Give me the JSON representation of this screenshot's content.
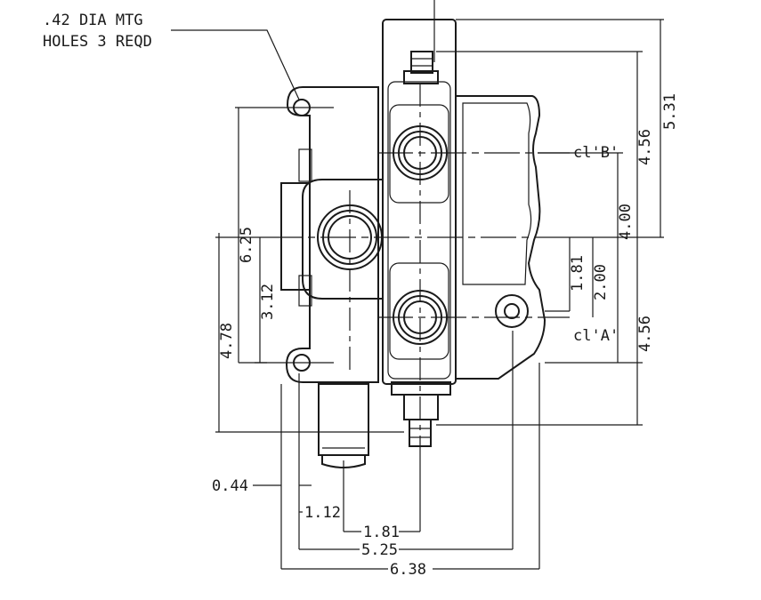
{
  "note": {
    "line1": ".42 DIA MTG",
    "line2": "HOLES 3 REQD"
  },
  "port_labels": {
    "b": "cl'B'",
    "a": "cl'A'"
  },
  "dimensions": {
    "d_5_31": "5.31",
    "d_4_56_top": "4.56",
    "d_4_00": "4.00",
    "d_4_56_bottom": "4.56",
    "d_1_81_right": "1.81",
    "d_2_00": "2.00",
    "d_6_25": "6.25",
    "d_3_12": "3.12",
    "d_4_78": "4.78",
    "d_0_44": "0.44",
    "d_1_12": "1.12",
    "d_1_81_bottom": "1.81",
    "d_5_25": "5.25",
    "d_6_38": "6.38"
  },
  "colors": {
    "line": "#1a1a1a",
    "background": "#ffffff"
  }
}
